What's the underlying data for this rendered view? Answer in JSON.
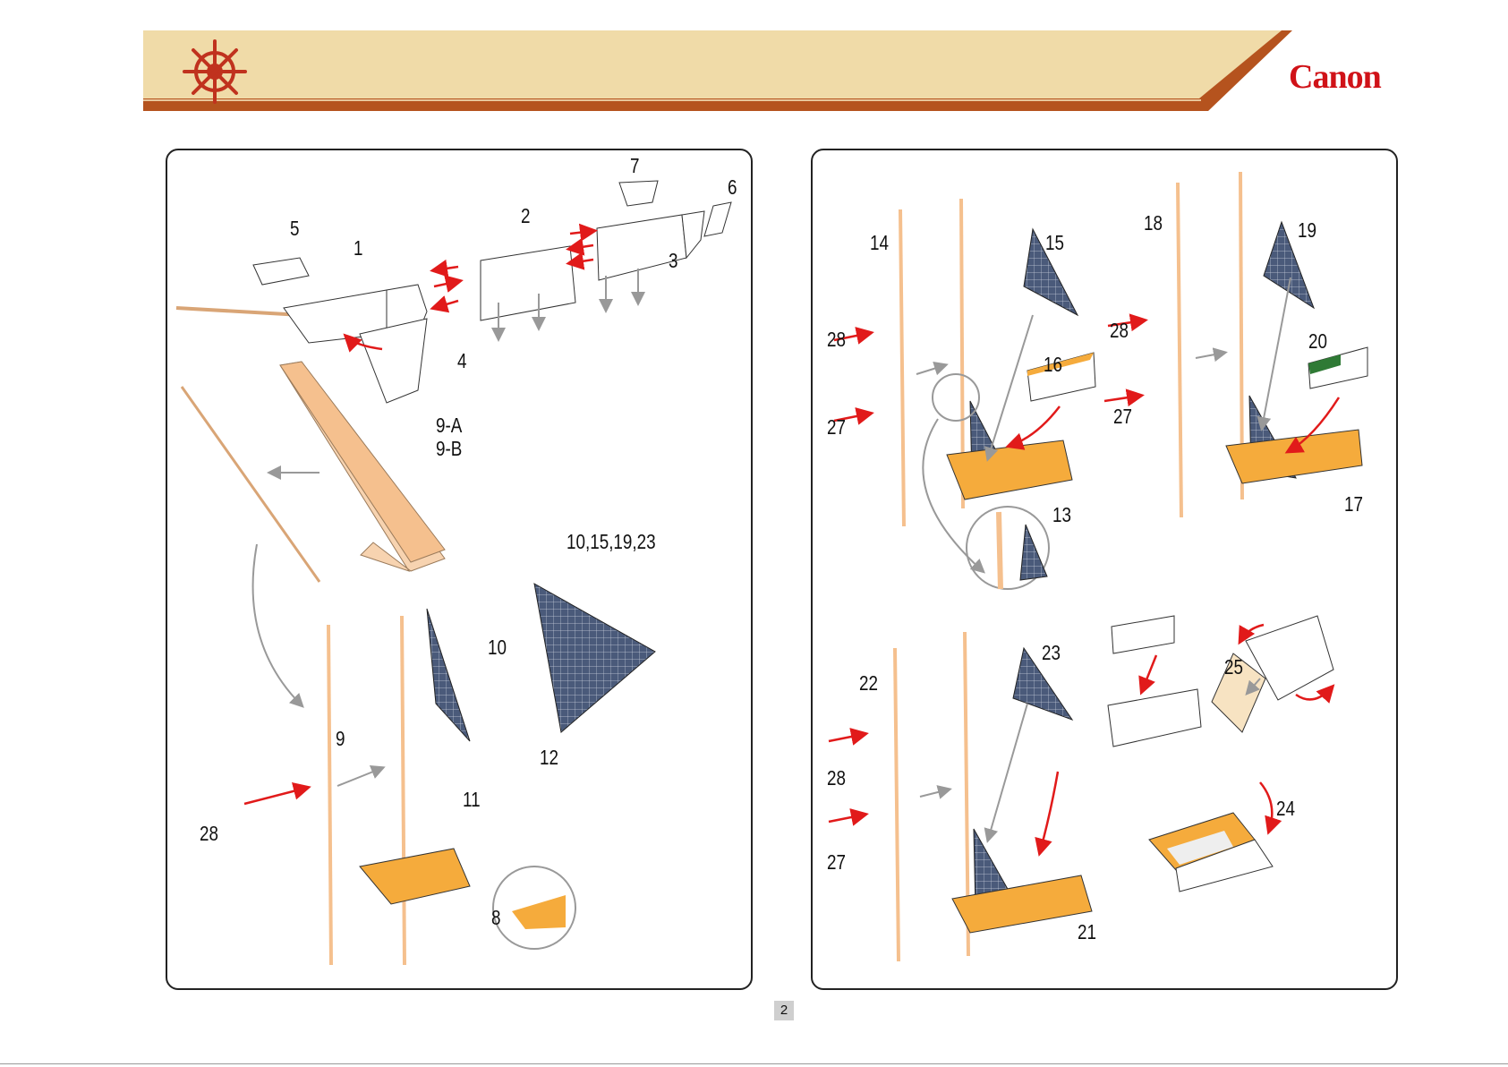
{
  "header": {
    "brand_logo": "Canon",
    "brand_color": "#d01218",
    "band_color": "#f0dba8",
    "stripe_color": "#b5531e",
    "icon": "ship-wheel-icon"
  },
  "colors": {
    "wood": "#f5c08e",
    "deck": "#f5ab3c",
    "sail_grid": "#3a4a6a",
    "arrow_red": "#e11a1a",
    "arrow_gray": "#999999"
  },
  "left_panel": {
    "labels": [
      "5",
      "1",
      "2",
      "7",
      "6",
      "3",
      "4",
      "9-A",
      "9-B",
      "10,15,19,23",
      "10",
      "9",
      "12",
      "11",
      "28",
      "8"
    ]
  },
  "right_panel": {
    "labels": [
      "14",
      "15",
      "18",
      "19",
      "28",
      "16",
      "20",
      "28",
      "27",
      "27",
      "13",
      "17",
      "23",
      "22",
      "25",
      "28",
      "24",
      "27",
      "21"
    ]
  },
  "page_number": "2"
}
